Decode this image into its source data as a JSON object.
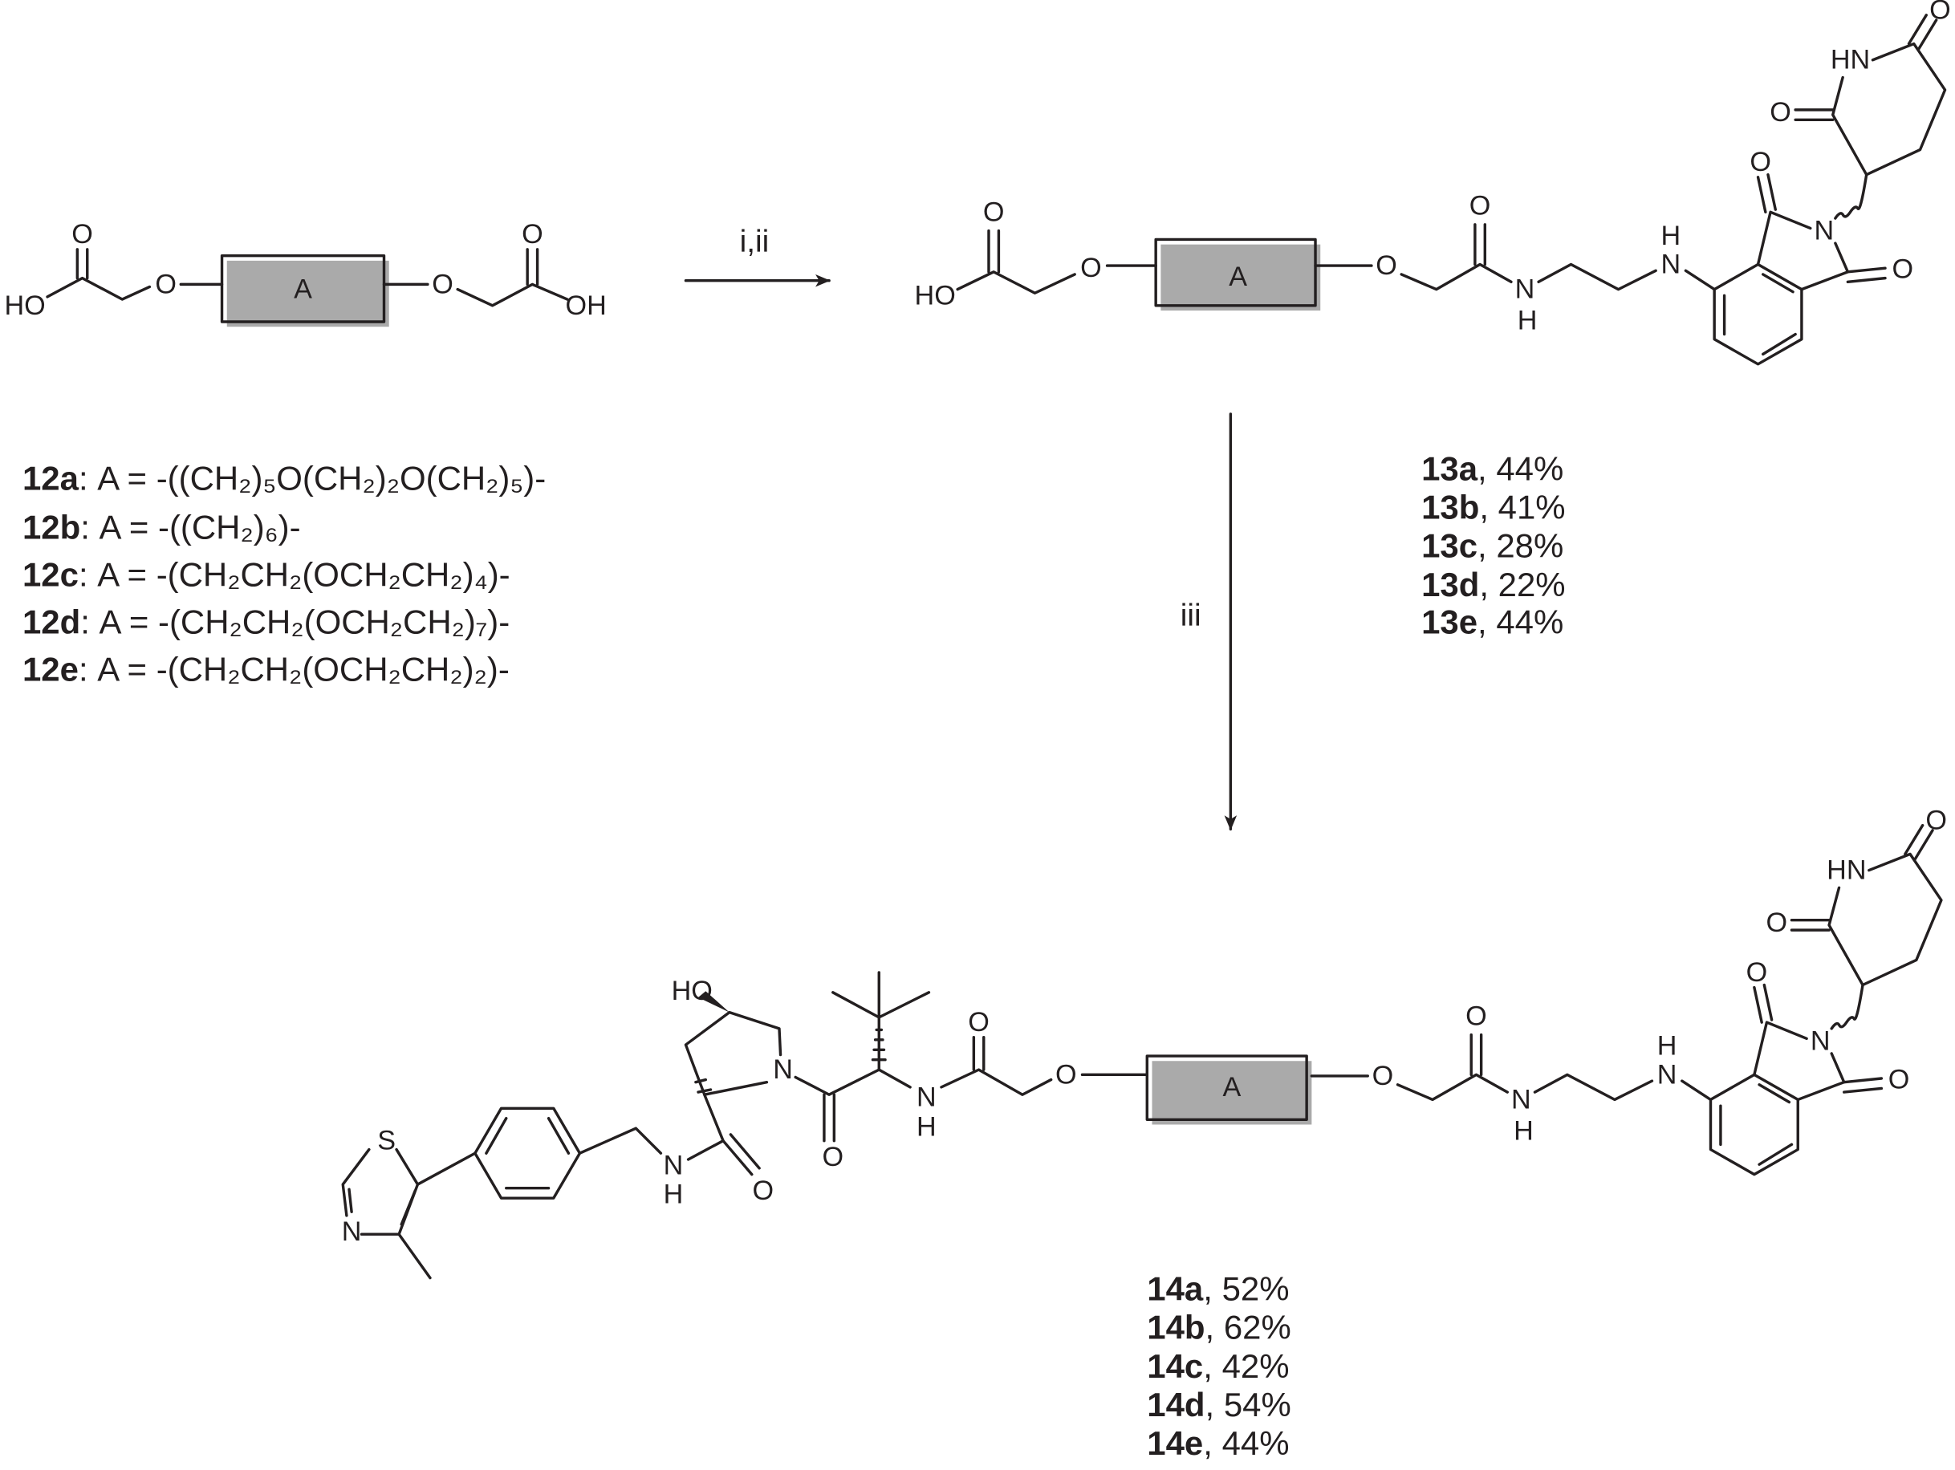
{
  "labels": {
    "ho": "HO",
    "oh": "OH",
    "o": "O",
    "n": "N",
    "h": "H",
    "hn": "HN",
    "s": "S",
    "a": "A"
  },
  "conditions": {
    "step1": "i,ii",
    "step2": "iii"
  },
  "starting_materials": [
    {
      "id": "12a",
      "sep": ": ",
      "formula": "A = -((CH₂)₅O(CH₂)₂O(CH₂)₅)-"
    },
    {
      "id": "12b",
      "sep": ": ",
      "formula": "A = -((CH₂)₆)-"
    },
    {
      "id": "12c",
      "sep": ": ",
      "formula": "A = -(CH₂CH₂(OCH₂CH₂)₄)-"
    },
    {
      "id": "12d",
      "sep": ": ",
      "formula": "A = -(CH₂CH₂(OCH₂CH₂)₇)-"
    },
    {
      "id": "12e",
      "sep": ": ",
      "formula": "A = -(CH₂CH₂(OCH₂CH₂)₂)-"
    }
  ],
  "intermediates": [
    {
      "id": "13a",
      "yield": ", 44%"
    },
    {
      "id": "13b",
      "yield": ", 41%"
    },
    {
      "id": "13c",
      "yield": ", 28%"
    },
    {
      "id": "13d",
      "yield": ", 22%"
    },
    {
      "id": "13e",
      "yield": ", 44%"
    }
  ],
  "products": [
    {
      "id": "14a",
      "yield": ", 52%"
    },
    {
      "id": "14b",
      "yield": ", 62%"
    },
    {
      "id": "14c",
      "yield": ", 42%"
    },
    {
      "id": "14d",
      "yield": ", 54%"
    },
    {
      "id": "14e",
      "yield": ", 44%"
    }
  ]
}
